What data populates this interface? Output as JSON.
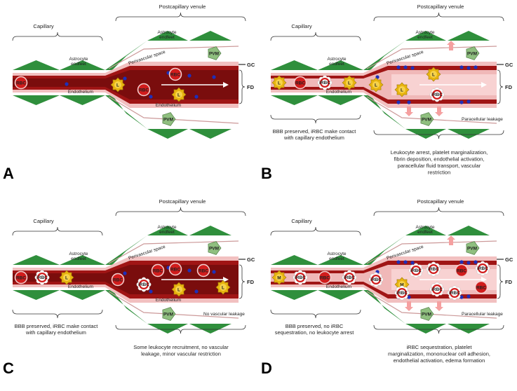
{
  "colors": {
    "vessel_dark": "#7a0d0d",
    "vessel_red": "#a01515",
    "vessel_light": "#f2c0c0",
    "astrocyte_green": "#2f8f3c",
    "rbc": "#d11c1c",
    "leukocyte": "#e8b40f",
    "pvm": "#8fbf7f",
    "platelet": "#1e2fb8",
    "leakage_arrow": "#f5a0a0"
  },
  "icons": [
    "rbc-icon",
    "irbc-icon",
    "leukocyte-icon",
    "monocyte-icon",
    "pvm-icon",
    "platelet-icon",
    "leakage-arrow-icon"
  ],
  "panels": [
    {
      "letter": "A",
      "capillary": "Capillary",
      "venule": "Postcapillary venule",
      "astrocyte": "Astrocyte endfeet",
      "astrocyte2": "Astrocyte endfeet",
      "perivascular": "Perivascular space",
      "endothelium": "Endothelium",
      "endothelium2": "Endothelium",
      "gc": "GC",
      "fd": "FD",
      "pvm": "PVM",
      "cells_cap": [
        "RBC"
      ],
      "cells_ven": [
        "L",
        "RBC",
        "RBC",
        "L"
      ],
      "caption_cap": "",
      "caption_ven": "",
      "leakage": ""
    },
    {
      "letter": "B",
      "capillary": "Capillary",
      "venule": "Postcapillary venule",
      "astrocyte": "Astrocyte endfeet",
      "astrocyte2": "Astrocyte endfeet",
      "perivascular": "Perivascular space",
      "endothelium": "Endothelium",
      "gc": "GC",
      "fd": "FD",
      "pvm": "PVM",
      "cells_cap": [
        "L",
        "RBC",
        "iRBC",
        "L"
      ],
      "cells_ven": [
        "L",
        "L",
        "L",
        "iRBC"
      ],
      "caption_cap": "BBB preserved, iRBC make contact with capillary endothelium",
      "caption_ven": "Leukocyte arrest, platelet marginalization, fibrin deposition, endothelial activation, paracellular fluid transport, vascular restriction",
      "leakage": "Paracellular leakage"
    },
    {
      "letter": "C",
      "capillary": "Capillary",
      "venule": "Postcapillary venule",
      "astrocyte": "Astrocyte endfeet",
      "astrocyte2": "Astrocyte endfeet",
      "perivascular": "Perivascular space",
      "endothelium": "Endothelium",
      "endothelium2": "Endothelium",
      "gc": "GC",
      "fd": "FD",
      "pvm": "PVM",
      "cells_cap": [
        "RBC",
        "iRBC",
        "L"
      ],
      "cells_ven": [
        "RBC",
        "iRBC",
        "RBC",
        "L",
        "RBC",
        "L",
        "RBC"
      ],
      "caption_cap": "BBB preserved, iRBC make contact with capillary endothelium",
      "caption_ven": "Some leukocyte recruitment, no vascular leakage, minor vascular restriction",
      "leakage": "No vascular leakage"
    },
    {
      "letter": "D",
      "capillary": "Capillary",
      "venule": "Postcapillary venule",
      "astrocyte": "Astrocyte endfeet",
      "astrocyte2": "Astrocyte endfeet",
      "perivascular": "Perivascular space",
      "endothelium": "Endothelium",
      "gc": "GC",
      "fd": "FD",
      "pvm": "PVM",
      "cells_cap": [
        "M",
        "iRBC",
        "RBC",
        "iRBC"
      ],
      "cells_ven": [
        "iRBC",
        "M",
        "iRBC",
        "iRBC",
        "RBC",
        "RBC",
        "iRBC",
        "iRBC",
        "iRBC",
        "iRBC"
      ],
      "caption_cap": "BBB preserved, no iRBC sequestration, no leukocyte arrest",
      "caption_ven": "iRBC sequestration, platelet marginalization, mononuclear cell adhesion, endothelial activation, edema formation",
      "leakage": "Paracellular leakage"
    }
  ]
}
